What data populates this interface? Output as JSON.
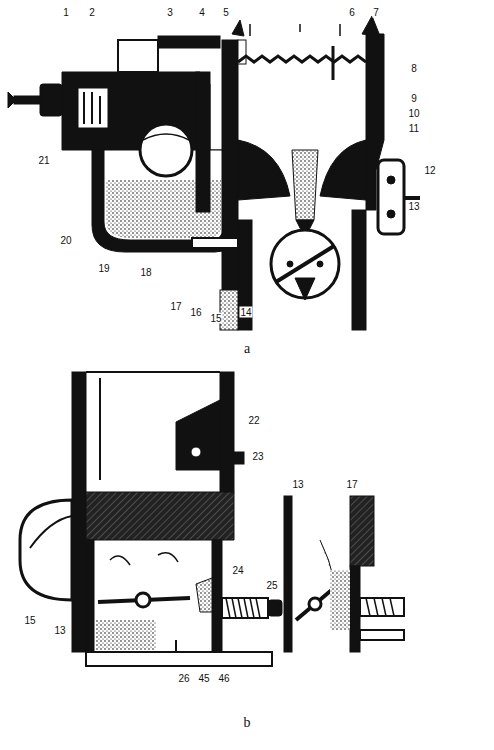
{
  "diagram": {
    "labels": [
      "1",
      "2",
      "3",
      "4",
      "5",
      "6",
      "7",
      "8",
      "9",
      "10",
      "11",
      "12",
      "13",
      "14",
      "15",
      "16",
      "17",
      "18",
      "19",
      "20",
      "21",
      "a",
      "22",
      "23",
      "15",
      "24",
      "25",
      "13",
      "13",
      "17",
      "26",
      "45",
      "46",
      "b"
    ]
  }
}
